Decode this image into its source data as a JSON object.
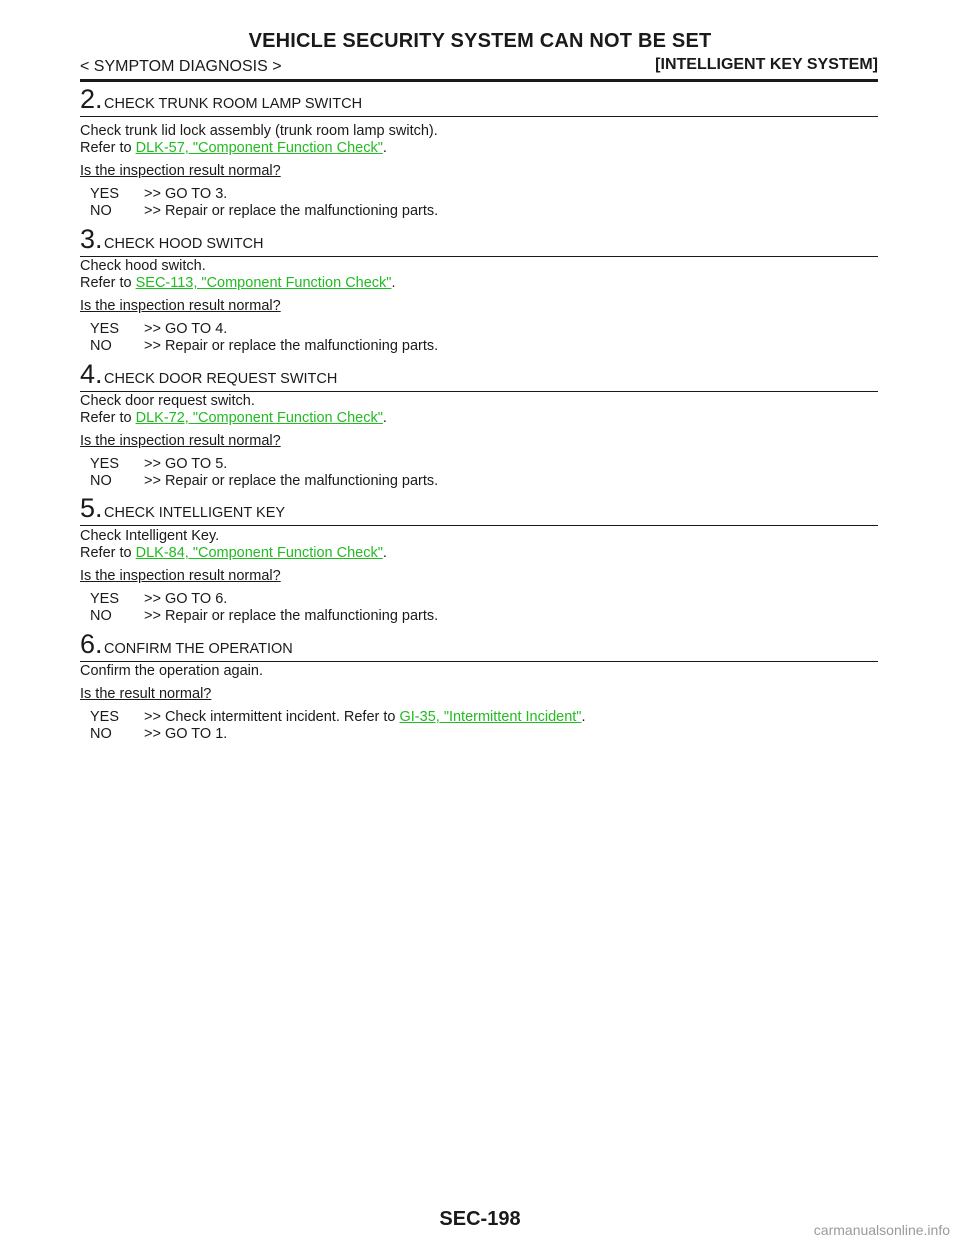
{
  "header": {
    "title": "VEHICLE SECURITY SYSTEM CAN NOT BE SET",
    "left": "< SYMPTOM DIAGNOSIS >",
    "right": "[INTELLIGENT KEY SYSTEM]"
  },
  "steps": [
    {
      "number": "2.",
      "title": "CHECK TRUNK ROOM LAMP SWITCH",
      "instruction": "Check trunk lid lock assembly (trunk room lamp switch).",
      "refer_prefix": "Refer to ",
      "refer_link": "DLK-57, \"Component Function Check\"",
      "refer_suffix": ".",
      "question": "Is the inspection result normal?",
      "answers": [
        {
          "key": "YES",
          "text": ">> GO TO 3."
        },
        {
          "key": "NO",
          "text": ">> Repair or replace the malfunctioning parts."
        }
      ]
    },
    {
      "number": "3.",
      "title": "CHECK HOOD SWITCH",
      "instruction": "Check hood switch.",
      "refer_prefix": "Refer to ",
      "refer_link": "SEC-113, \"Component Function Check\"",
      "refer_suffix": ".",
      "question": "Is the inspection result normal?",
      "answers": [
        {
          "key": "YES",
          "text": ">> GO TO 4."
        },
        {
          "key": "NO",
          "text": ">> Repair or replace the malfunctioning parts."
        }
      ]
    },
    {
      "number": "4.",
      "title": "CHECK DOOR REQUEST SWITCH",
      "instruction": "Check door request switch.",
      "refer_prefix": "Refer to ",
      "refer_link": "DLK-72, \"Component Function Check\"",
      "refer_suffix": ".",
      "question": "Is the inspection result normal?",
      "answers": [
        {
          "key": "YES",
          "text": ">> GO TO 5."
        },
        {
          "key": "NO",
          "text": ">> Repair or replace the malfunctioning parts."
        }
      ]
    },
    {
      "number": "5.",
      "title": "CHECK INTELLIGENT KEY",
      "instruction": "Check Intelligent Key.",
      "refer_prefix": "Refer to ",
      "refer_link": "DLK-84, \"Component Function Check\"",
      "refer_suffix": ".",
      "question": "Is the inspection result normal?",
      "answers": [
        {
          "key": "YES",
          "text": ">> GO TO 6."
        },
        {
          "key": "NO",
          "text": ">> Repair or replace the malfunctioning parts."
        }
      ]
    },
    {
      "number": "6.",
      "title": "CONFIRM THE OPERATION",
      "instruction": "Confirm the operation again.",
      "question": "Is the result normal?",
      "answer_yes_key": "YES",
      "answer_yes_prefix": ">> Check intermittent incident. Refer to ",
      "answer_yes_link": "GI-35, \"Intermittent Incident\"",
      "answer_yes_suffix": ".",
      "answer_no_key": "NO",
      "answer_no_text": ">> GO TO 1."
    }
  ],
  "footer": {
    "page_number": "SEC-198",
    "watermark": "carmanualsonline.info"
  },
  "colors": {
    "link": "#22bb22",
    "text": "#1a1a1a",
    "watermark": "#9a9a9a"
  }
}
